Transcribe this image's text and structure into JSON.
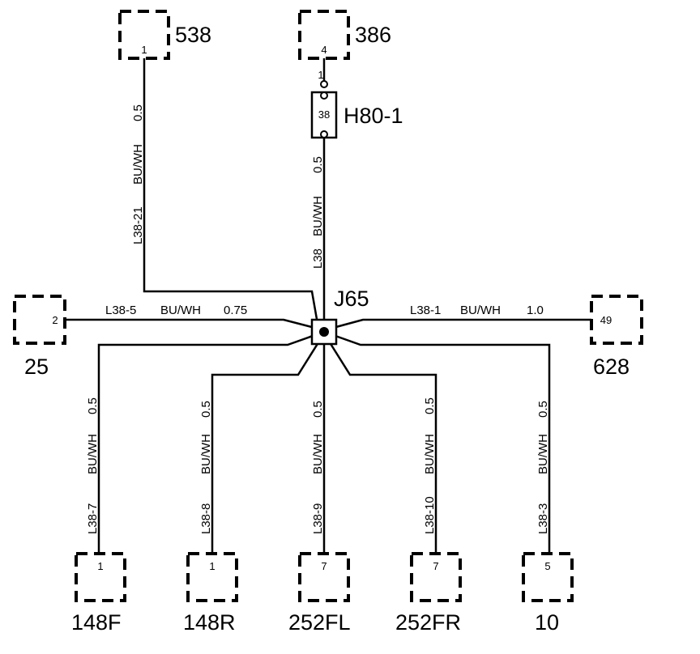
{
  "connectors": [
    {
      "id": "c538",
      "name": "538",
      "pin": "1"
    },
    {
      "id": "c386",
      "name": "386",
      "pin": "4"
    },
    {
      "id": "c25",
      "name": "25",
      "pin": "2"
    },
    {
      "id": "c628",
      "name": "628",
      "pin": "49"
    },
    {
      "id": "c148F",
      "name": "148F",
      "pin": "1"
    },
    {
      "id": "c148R",
      "name": "148R",
      "pin": "1"
    },
    {
      "id": "c252FL",
      "name": "252FL",
      "pin": "7"
    },
    {
      "id": "c252FR",
      "name": "252FR",
      "pin": "7"
    },
    {
      "id": "c10",
      "name": "10",
      "pin": "5"
    }
  ],
  "inline": {
    "name": "H80-1",
    "pin": "38",
    "stub_pin": "1"
  },
  "splice": {
    "name": "J65"
  },
  "wires": [
    {
      "id": "w538",
      "circuit": "L38-21",
      "color": "BU/WH",
      "size": "0.5"
    },
    {
      "id": "w386",
      "circuit": "L38",
      "color": "BU/WH",
      "size": "0.5"
    },
    {
      "id": "w25",
      "circuit": "L38-5",
      "color": "BU/WH",
      "size": "0.75"
    },
    {
      "id": "w628",
      "circuit": "L38-1",
      "color": "BU/WH",
      "size": "1.0"
    },
    {
      "id": "w148F",
      "circuit": "L38-7",
      "color": "BU/WH",
      "size": "0.5"
    },
    {
      "id": "w148R",
      "circuit": "L38-8",
      "color": "BU/WH",
      "size": "0.5"
    },
    {
      "id": "w252FL",
      "circuit": "L38-9",
      "color": "BU/WH",
      "size": "0.5"
    },
    {
      "id": "w252FR",
      "circuit": "L38-10",
      "color": "BU/WH",
      "size": "0.5"
    },
    {
      "id": "w10",
      "circuit": "L38-3",
      "color": "BU/WH",
      "size": "0.5"
    }
  ]
}
